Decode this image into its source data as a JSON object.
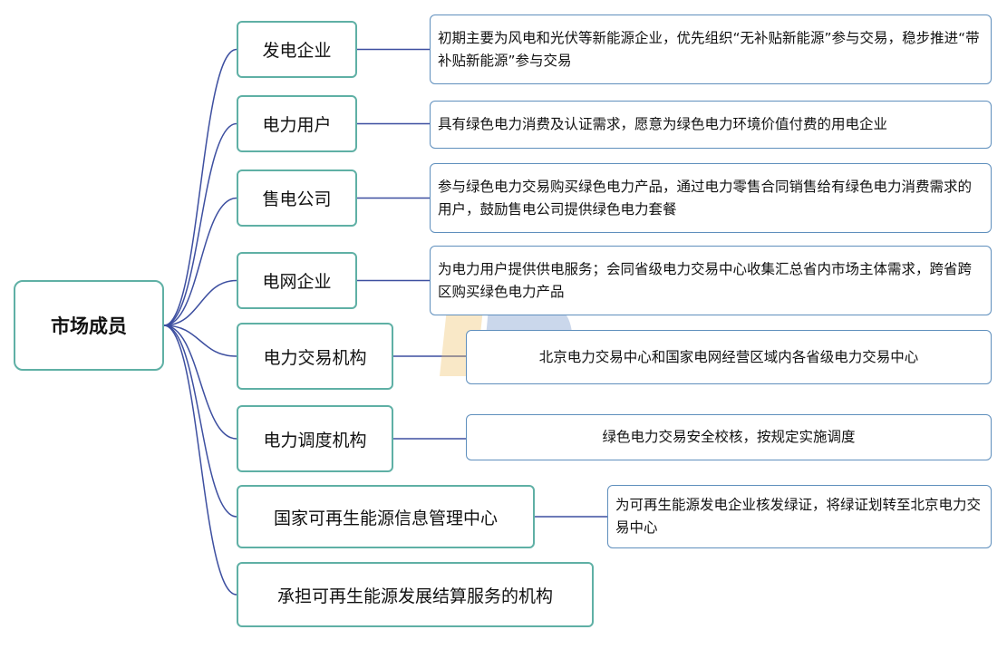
{
  "root": {
    "label": "市场成员"
  },
  "members": [
    {
      "label": "发电企业",
      "description": "初期主要为风电和光伏等新能源企业，优先组织“无补贴新能源”参与交易，稳步推进“带补贴新能源”参与交易"
    },
    {
      "label": "电力用户",
      "description": "具有绿色电力消费及认证需求，愿意为绿色电力环境价值付费的用电企业"
    },
    {
      "label": "售电公司",
      "description": "参与绿色电力交易购买绿色电力产品，通过电力零售合同销售给有绿色电力消费需求的用户，鼓励售电公司提供绿色电力套餐"
    },
    {
      "label": "电网企业",
      "description": "为电力用户提供供电服务；会同省级电力交易中心收集汇总省内市场主体需求，跨省跨区购买绿色电力产品"
    },
    {
      "label": "电力交易机构",
      "description": "北京电力交易中心和国家电网经营区域内各省级电力交易中心"
    },
    {
      "label": "电力调度机构",
      "description": "绿色电力交易安全校核，按规定实施调度"
    },
    {
      "label": "国家可再生能源信息管理中心",
      "description": "为可再生能源发电企业核发绿证，将绿证划转至北京电力交易中心"
    },
    {
      "label": "承担可再生能源发展结算服务的机构"
    }
  ],
  "colors": {
    "branch_line": "#3d4fa0",
    "node_border": "#5fb0a5",
    "desc_border": "#5f8fbd"
  }
}
